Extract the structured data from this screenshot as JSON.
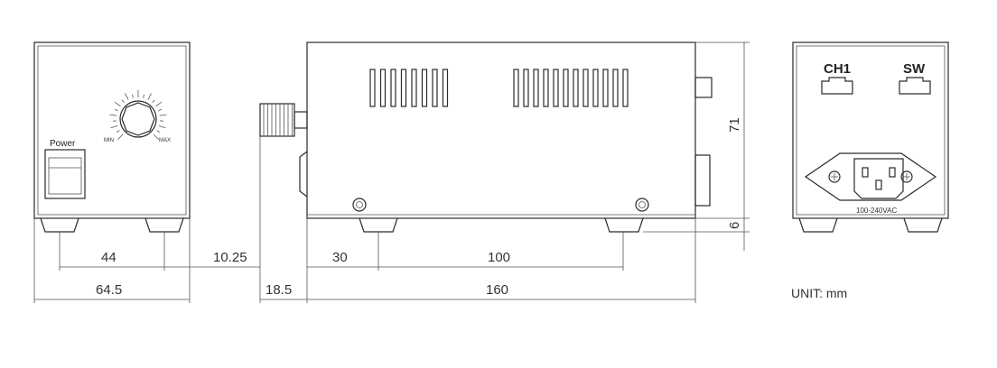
{
  "views": {
    "front": {
      "power_label": "Power",
      "knob_label_left": "MIN",
      "knob_label_right": "MAX"
    },
    "rear": {
      "ch1_label": "CH1",
      "sw_label": "SW",
      "inlet_label": "100-240VAC"
    }
  },
  "dimensions": {
    "front_foot_spacing": "44",
    "front_width": "64.5",
    "front_foot_inset": "10.25",
    "side_knob_depth": "18.5",
    "side_foot_inset": "30",
    "side_foot_spacing": "100",
    "side_length": "160",
    "side_height": "71",
    "foot_height": "6"
  },
  "unit_note": "UNIT: mm"
}
